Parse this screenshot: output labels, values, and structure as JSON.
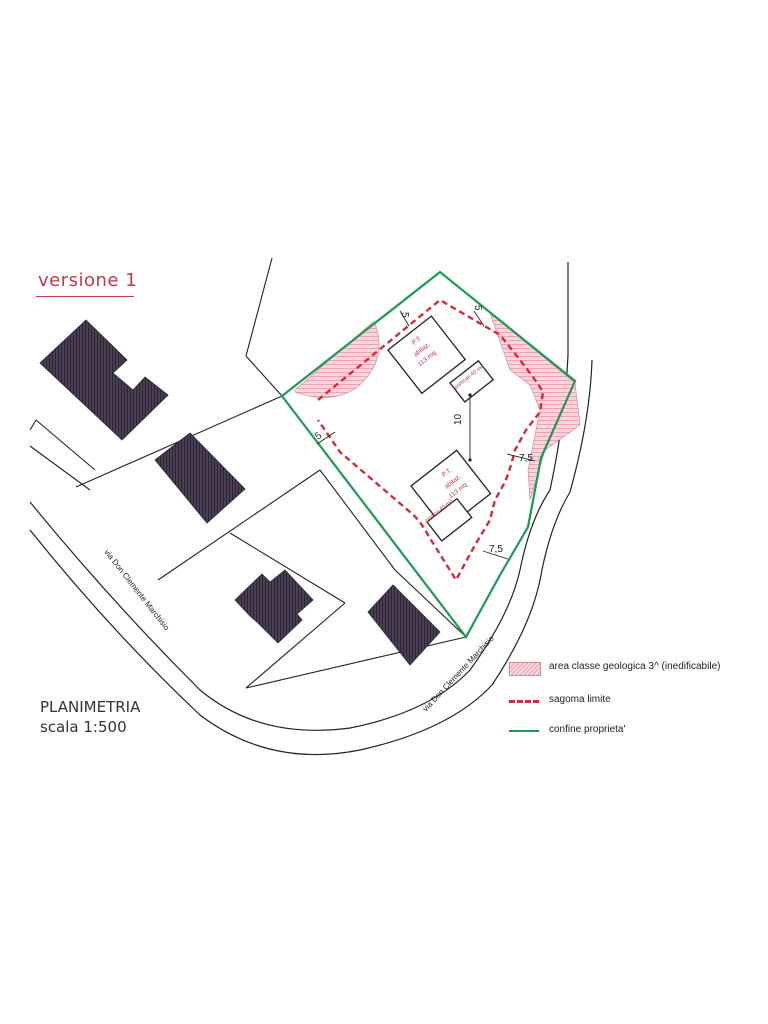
{
  "title": "versione 1",
  "plan_title": "PLANIMETRIA",
  "plan_scale": "scala 1:500",
  "street_name": "via Don Clemente Marchisio",
  "dimensions": {
    "top_left_setback": "5",
    "top_right_setback": "5",
    "left_setback": "5",
    "spacing": "10",
    "right_setback_upper": "7,5",
    "right_setback_lower": "7,5"
  },
  "building_upper": {
    "floor": "P.T.",
    "use": "abitaz.",
    "area": "113 mq",
    "porch": "porticati 40 mq"
  },
  "building_lower": {
    "floor": "P.T.",
    "use": "abitaz.",
    "area": "113 mq",
    "porch": "portico 40 mq"
  },
  "legend": {
    "geological_area": "area classe geologica 3^ (inedificabile)",
    "limit_outline": "sagoma limite",
    "property_boundary": "confine proprieta'"
  },
  "colors": {
    "accent_red": "#c23a4a",
    "dashed_red": "#d42b3a",
    "boundary_green": "#1c9a55",
    "building_dark": "#3e3545",
    "hatch_pink": "#e8a4b0"
  }
}
